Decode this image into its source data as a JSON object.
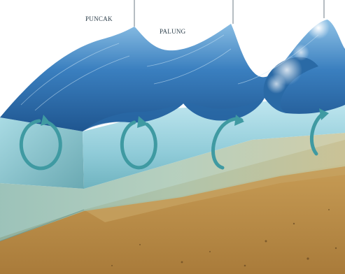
{
  "labels": {
    "crest": "PUNCAK",
    "trough": "PALUNG"
  },
  "colors": {
    "water_surface": "#2f6fa8",
    "water_body": "#9fd3de",
    "water_deep": "#5aa6b3",
    "sand": "#b48a45",
    "sand_light": "#cfa862",
    "seabed_green": "#7ba99b",
    "orbit_arrow": "#3f9aa2",
    "foam": "#eef6fb"
  },
  "orbit_arrows": [
    {
      "shape": "circle"
    },
    {
      "shape": "circle"
    },
    {
      "shape": "ellipse"
    },
    {
      "shape": "open-arc"
    }
  ]
}
